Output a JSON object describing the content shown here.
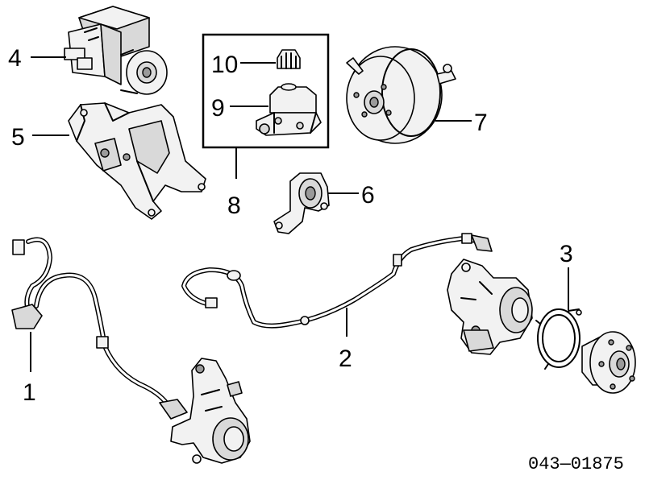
{
  "callouts": {
    "p1": "1",
    "p2": "2",
    "p3": "3",
    "p4": "4",
    "p5": "5",
    "p6": "6",
    "p7": "7",
    "p8": "8",
    "p9": "9",
    "p10": "10"
  },
  "reference_code": "043—01875"
}
